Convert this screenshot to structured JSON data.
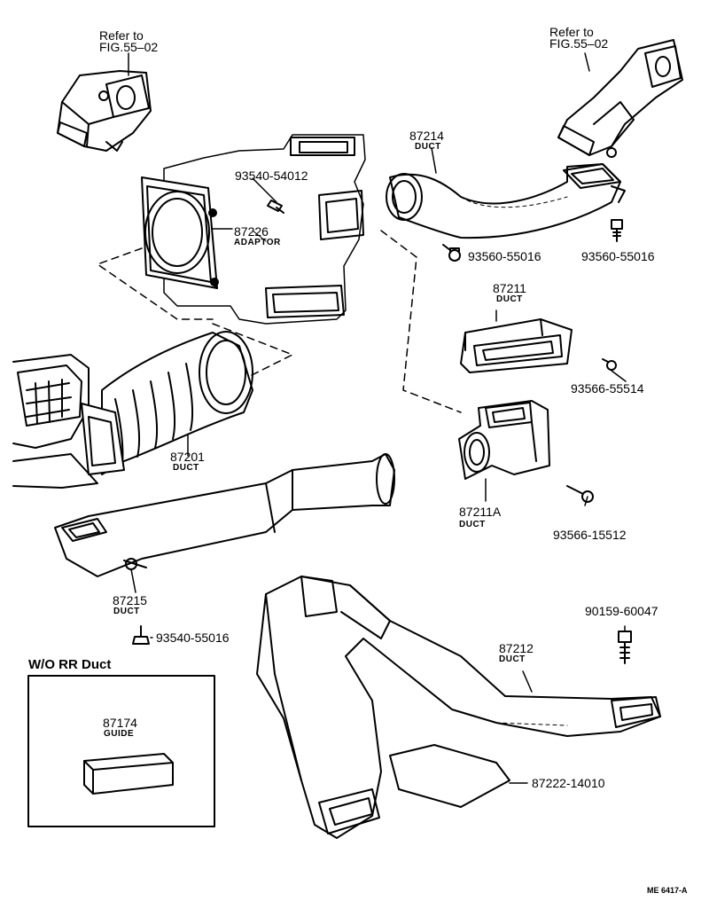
{
  "refs": [
    {
      "line1": "Refer to",
      "line2": "FIG.55–02"
    },
    {
      "line1": "Refer to",
      "line2": "FIG.55–02"
    }
  ],
  "parts": {
    "p87214": {
      "number": "87214",
      "name": "DUCT"
    },
    "p87226": {
      "number": "87226",
      "name": "ADAPTOR"
    },
    "p87211": {
      "number": "87211",
      "name": "DUCT"
    },
    "p87201": {
      "number": "87201",
      "name": "DUCT"
    },
    "p87211A": {
      "number": "87211A",
      "name": "DUCT"
    },
    "p87215": {
      "number": "87215",
      "name": "DUCT"
    },
    "p87212": {
      "number": "87212",
      "name": "DUCT"
    },
    "p87174": {
      "number": "87174",
      "name": "GUIDE"
    }
  },
  "fasteners": {
    "f93540_54012": "93540-54012",
    "f93560_55016a": "93560-55016",
    "f93560_55016b": "93560-55016",
    "f93566_55514": "93566-55514",
    "f93566_15512": "93566-15512",
    "f90159_60047": "90159-60047",
    "f93540_55016": "93540-55016",
    "f87222_14010": "87222-14010"
  },
  "inset": {
    "title": "W/O RR Duct"
  },
  "footer": {
    "code": "ME 6417-A"
  }
}
